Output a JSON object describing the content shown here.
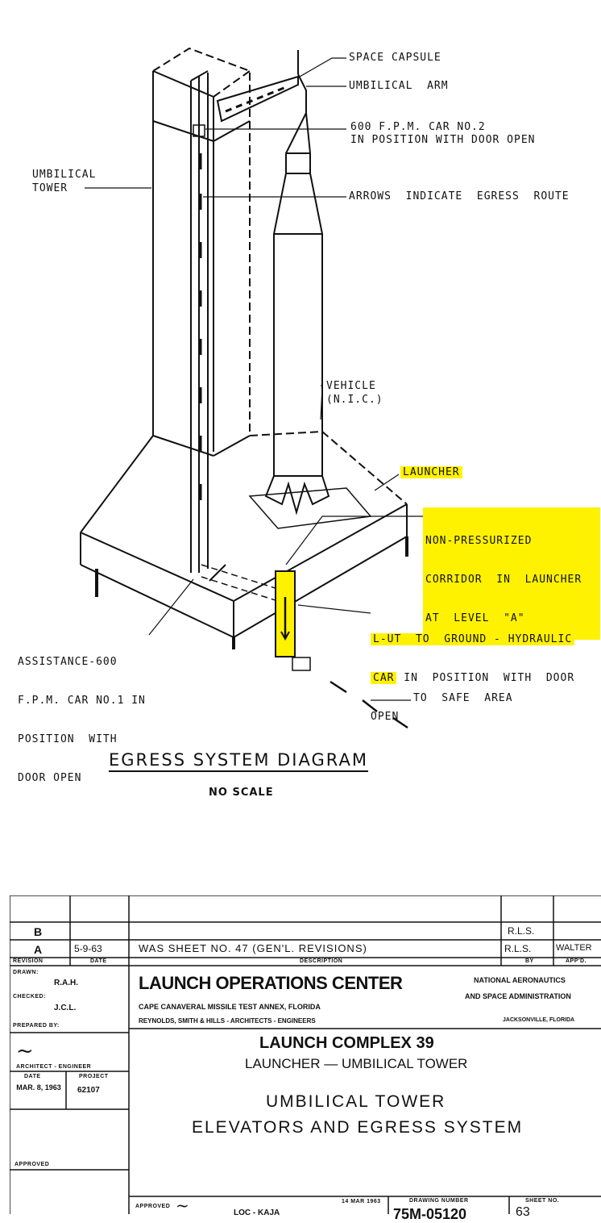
{
  "diagram": {
    "labels": {
      "space_capsule": "SPACE CAPSULE",
      "umbilical_arm": "UMBILICAL  ARM",
      "car2_line1": "600 F.P.M. CAR NO.2",
      "car2_line2": "IN POSITION WITH DOOR OPEN",
      "umbilical_tower_line1": "UMBILICAL",
      "umbilical_tower_line2": "TOWER",
      "arrows": "ARROWS  INDICATE  EGRESS  ROUTE",
      "vehicle_line1": "VEHICLE",
      "vehicle_line2": "(N.I.C.)",
      "launcher": "LAUNCHER",
      "corridor_line1": "NON-PRESSURIZED",
      "corridor_line2": "CORRIDOR  IN  LAUNCHER",
      "corridor_line3": "AT  LEVEL  \"A\"",
      "lut_line1": "L-UT  TO  GROUND - HYDRAULIC",
      "lut_line2a": "CAR",
      "lut_line2b": " IN  POSITION  WITH  DOOR",
      "lut_line3": "OPEN",
      "assist_line1": "ASSISTANCE-600",
      "assist_line2": "F.P.M. CAR NO.1 IN",
      "assist_line3": "POSITION  WITH",
      "assist_line4": "DOOR OPEN",
      "safe_area": "TO  SAFE  AREA"
    },
    "title": "EGRESS  SYSTEM  DIAGRAM",
    "scale_note": "NO SCALE",
    "highlight_color": "#fff200"
  },
  "title_block": {
    "revisions": [
      {
        "rev": "B",
        "date": "",
        "description": "",
        "by": "R.L.S.",
        "appd": ""
      },
      {
        "rev": "A",
        "date": "5-9-63",
        "description": "WAS  SHEET  NO. 47 (GEN'L. REVISIONS)",
        "by": "R.L.S.",
        "appd": "WALTER"
      }
    ],
    "headers": {
      "revision": "REVISION",
      "date": "DATE",
      "description": "DESCRIPTION",
      "by": "BY",
      "appd": "APP'D."
    },
    "drawn_label": "DRAWN:",
    "drawn_by": "R.A.H.",
    "checked_label": "CHECKED:",
    "checked_by": "J.C.L.",
    "prepared_label": "PREPARED BY:",
    "architect_label": "ARCHITECT - ENGINEER",
    "date_label": "DATE",
    "project_label": "PROJECT",
    "date_value": "MAR. 8, 1963",
    "project_value": "62107",
    "approved_label": "APPROVED",
    "org_name": "LAUNCH OPERATIONS CENTER",
    "nasa_line1": "NATIONAL AERONAUTICS",
    "nasa_line2": "AND SPACE ADMINISTRATION",
    "location": "CAPE CANAVERAL MISSILE TEST ANNEX, FLORIDA",
    "firm": "REYNOLDS, SMITH & HILLS - ARCHITECTS - ENGINEERS",
    "firm_location": "JACKSONVILLE, FLORIDA",
    "complex": "LAUNCH COMPLEX 39",
    "subtitle": "LAUNCHER — UMBILICAL TOWER",
    "sheet_title_line1": "UMBILICAL  TOWER",
    "sheet_title_line2": "ELEVATORS  AND  EGRESS  SYSTEM",
    "approved_date": "14 MAR 1963",
    "drawing_number_label": "DRAWING NUMBER",
    "drawing_number": "75M-05120",
    "sheet_no_label": "SHEET NO.",
    "sheet_no": "63",
    "lower_text": "LOC - KAJA"
  }
}
